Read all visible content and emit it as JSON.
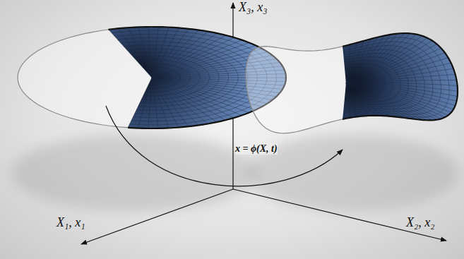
{
  "diagram": {
    "labels": [
      "X₃, x₃",
      "X₁, x₁",
      "X₂, x₂",
      "x = ϕ(X, t)"
    ]
  }
}
